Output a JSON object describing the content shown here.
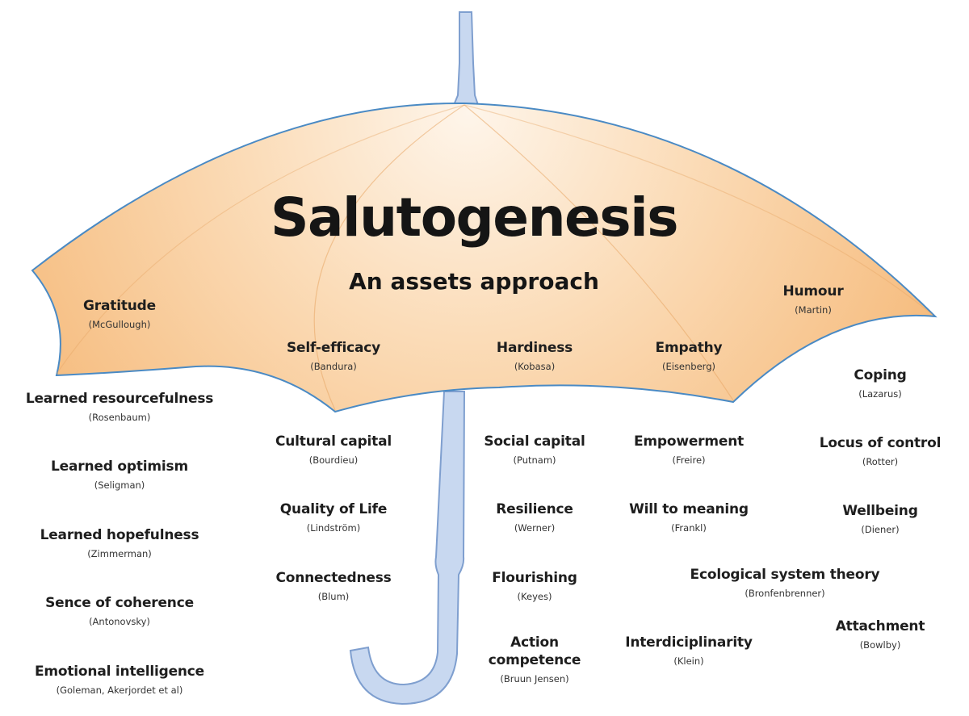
{
  "title": "Salutogenesis",
  "subtitle": "An assets approach",
  "concepts": [
    {
      "name": "Gratitude",
      "author": "(McGullough)"
    },
    {
      "name": "Self-efficacy",
      "author": "(Bandura)"
    },
    {
      "name": "Hardiness",
      "author": "(Kobasa)"
    },
    {
      "name": "Empathy",
      "author": "(Eisenberg)"
    },
    {
      "name": "Humour",
      "author": "(Martin)"
    },
    {
      "name": "Coping",
      "author": "(Lazarus)"
    },
    {
      "name": "Learned resourcefulness",
      "author": "(Rosenbaum)"
    },
    {
      "name": "Learned optimism",
      "author": "(Seligman)"
    },
    {
      "name": "Learned hopefulness",
      "author": "(Zimmerman)"
    },
    {
      "name": "Sence of coherence",
      "author": "(Antonovsky)"
    },
    {
      "name": "Emotional intelligence",
      "author": "(Goleman, Akerjordet et al)"
    },
    {
      "name": "Cultural capital",
      "author": "(Bourdieu)"
    },
    {
      "name": "Quality of Life",
      "author": "(Lindström)"
    },
    {
      "name": "Connectedness",
      "author": "(Blum)"
    },
    {
      "name": "Social capital",
      "author": "(Putnam)"
    },
    {
      "name": "Resilience",
      "author": "(Werner)"
    },
    {
      "name": "Flourishing",
      "author": "(Keyes)"
    },
    {
      "name": "Action competence",
      "author": "(Bruun Jensen)"
    },
    {
      "name": "Empowerment",
      "author": "(Freire)"
    },
    {
      "name": "Will to meaning",
      "author": "(Frankl)"
    },
    {
      "name": "Locus of control",
      "author": "(Rotter)"
    },
    {
      "name": "Wellbeing",
      "author": "(Diener)"
    },
    {
      "name": "Ecological system theory",
      "author": "(Bronfenbrenner)"
    },
    {
      "name": "Attachment",
      "author": "(Bowlby)"
    },
    {
      "name": "Interdiciplinarity",
      "author": "(Klein)"
    }
  ],
  "colors": {
    "canopy_light": "#fef5ea",
    "canopy_dark": "#f6bd80",
    "canopy_outline": "#4a8ac4",
    "shaft_fill": "#c8d8f0",
    "shaft_outline": "#7f9fcf"
  }
}
